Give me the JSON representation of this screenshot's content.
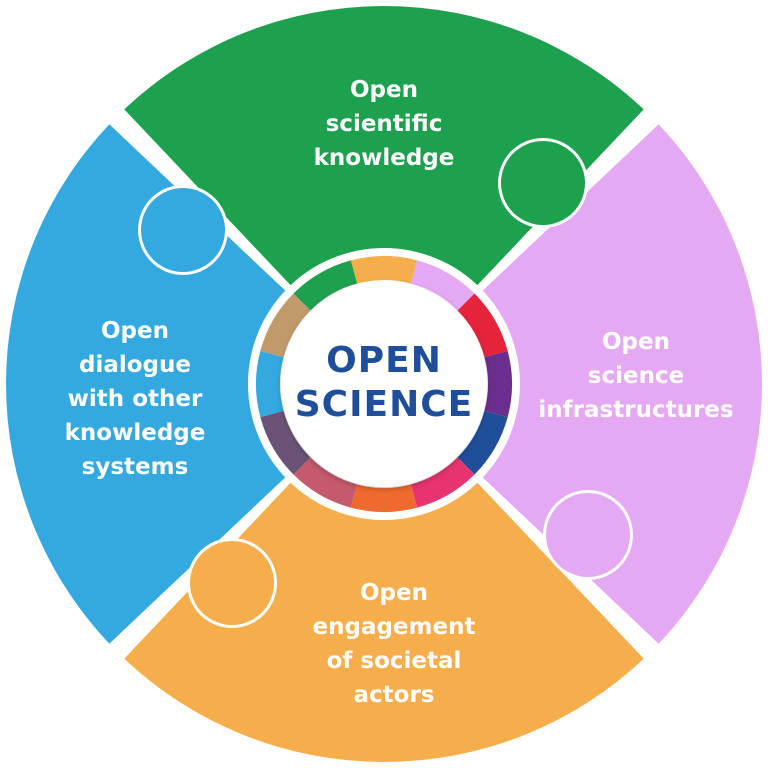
{
  "center": {
    "line1": "OPEN",
    "line2": "SCIENCE"
  },
  "pieces": [
    {
      "key": "green",
      "color": "#1da14e",
      "lines": [
        "Open",
        "scientific",
        "knowledge"
      ]
    },
    {
      "key": "violet",
      "color": "#e5a8f2",
      "lines": [
        "Open",
        "science",
        "infrastructures"
      ]
    },
    {
      "key": "orange",
      "color": "#f6ae4c",
      "lines": [
        "Open",
        "engagement",
        "of societal",
        "actors"
      ]
    },
    {
      "key": "blue",
      "color": "#33a9e0",
      "lines": [
        "Open",
        "dialogue",
        "with other",
        "knowledge",
        "systems"
      ]
    }
  ],
  "ring_colors": [
    "#f6ae4c",
    "#e5a8f2",
    "#e5243b",
    "#6a2e8e",
    "#1f4e9a",
    "#e7336f",
    "#ef6a2e",
    "#c5596d",
    "#6b5377",
    "#33a9e0",
    "#c19a6b",
    "#1da14e"
  ]
}
